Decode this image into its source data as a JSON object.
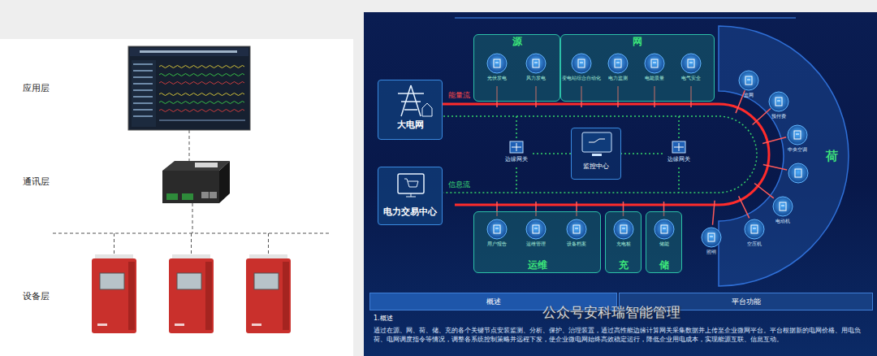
{
  "diagram": {
    "nodes": [
      {
        "text": [
          "源"
        ]
      },
      {
        "text": [
          "光伏发电"
        ],
        "in": 0
      },
      {
        "text": [
          "风力发电"
        ],
        "in": 0
      },
      {
        "text": [
          "网"
        ]
      },
      {
        "text": [
          "变电站综合自动化"
        ],
        "in": 3
      },
      {
        "text": [
          "电力监测"
        ],
        "in": 3
      },
      {
        "text": [
          "电能质量"
        ],
        "in": 3
      },
      {
        "text": [
          "电气安全"
        ],
        "in": 3
      },
      {
        "text": [
          "大电网"
        ]
      },
      {
        "text": [
          "电力交易中心"
        ]
      },
      {
        "text": [
          "边缘网关"
        ]
      },
      {
        "text": [
          "监控中心"
        ]
      },
      {
        "text": [
          "边缘网关"
        ]
      },
      {
        "text": [
          "运维"
        ]
      },
      {
        "text": [
          "用户报告"
        ],
        "in": 13
      },
      {
        "text": [
          "运维管理"
        ],
        "in": 13
      },
      {
        "text": [
          "设备档案"
        ],
        "in": 13
      },
      {
        "text": [
          "充"
        ]
      },
      {
        "text": [
          "充电桩"
        ],
        "in": 17
      },
      {
        "text": [
          "储"
        ]
      },
      {
        "text": [
          "储能"
        ],
        "in": 19
      },
      {
        "text": [
          "照明"
        ]
      },
      {
        "text": [
          "监网"
        ]
      },
      {
        "text": [
          "预付费"
        ]
      },
      {
        "text": [
          "中央空调"
        ]
      },
      {
        "text": [
          "电动机"
        ]
      },
      {
        "text": [
          "空压机"
        ]
      },
      {
        "text": [
          "概述"
        ]
      },
      {
        "text": [
          "平台功能"
        ]
      }
    ],
    "edges": [
      {
        "from": 10,
        "to": 11,
        "arrow": "none"
      },
      {
        "from": 12,
        "to": 11,
        "arrow": "none"
      }
    ],
    "labels": [
      "应用层",
      "通讯层",
      "设备层",
      "能量流",
      "信息流",
      "荷",
      "1.概述",
      "通过在源、网、荷、储、充的各个关键节点安装监测、分析、保护、治理装置，通过高性能边缘计算网关采集数据并上传至企业微网平台。平台根据新的电网价格、用电负荷、电网调度指令等情况，调整各系统控制策略并远程下发，使企业微电网始终高效稳定运行，降低企业用电成本，实现能源互联、信息互动。",
      "公众号安科瑞智能管理"
    ]
  }
}
